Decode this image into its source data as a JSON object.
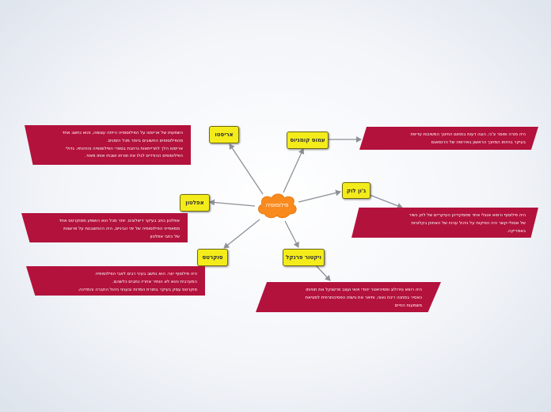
{
  "center": {
    "label": "פילוסופיה"
  },
  "colors": {
    "node_fill": "#f4ec1a",
    "description_fill": "#b3123c",
    "central_cloud": "#f98a1e",
    "connector": "#8c9197",
    "background": "#eef1f6"
  },
  "nodes": [
    {
      "id": "aristotle",
      "label": "אריסטו",
      "description": "השפעתו של אריסטו על הפילוסופיה הייתה עצומה, והוא נחשב אחד\nמהפילוסופים החשובים ביותר מכל הזמנים.\nאריסטו הלך לתרייתאות נרחבת בספרי הפילוסופיה והזהותיו. גדולי\nהפילוסופים ההודדים לגלו את תורתו ושבחו אותו מאוד."
    },
    {
      "id": "comenius",
      "label": "עמוס קומניוס",
      "description": "היה מורה ופוסר צ'כי, הוגה דעות בתחום החינוך המשיבות עדיפת\nבעיקר בהיותו המחנך הראשון באירופה של הרנסאנס"
    },
    {
      "id": "locke",
      "label": "ג'ון לוק",
      "description": "היה פילוסוף ורופא אנגלי אחד מתמקדיהן העיקריים של לוק כשיר\nשל אסולי-קשר היה הפיקות על גיהול עניניו של האחוזן בקלוניות\nבאמריקה."
    },
    {
      "id": "plato",
      "label": "אפלטון",
      "description": "אפלטון כתב בעיקר דיאלוגים. יותר מכל הוא הושפע מסוקרטס אחד\nממאפייני הפילוסופיה של ימי הביניים, היה ההתשבנות על פרשנות\nשל כתבי אפלטון"
    },
    {
      "id": "socrates",
      "label": "סוקרטס",
      "description": "היה פילוסוף יווני. הוא נחשב בעיני רבים לאבי הפילוסופיה\nהמערבית והוא לא הותיר אחריו כתבים כלשהם.\nסוקרטס עסק בעיקר בתורת המדות ובעניני ניהול החברה והמדינה."
    },
    {
      "id": "frankl",
      "label": "ויקטור פרנקל",
      "description": "היה רופא נוירולוג ופסיכיאטר יהודי וינאי ועצב פרשנקל את תוויותו\nכאסיר במחנה ריכוז נאצי, ותיאר את גישתו הפסיכותרפית למציאת\nמשמעות החיים"
    }
  ]
}
